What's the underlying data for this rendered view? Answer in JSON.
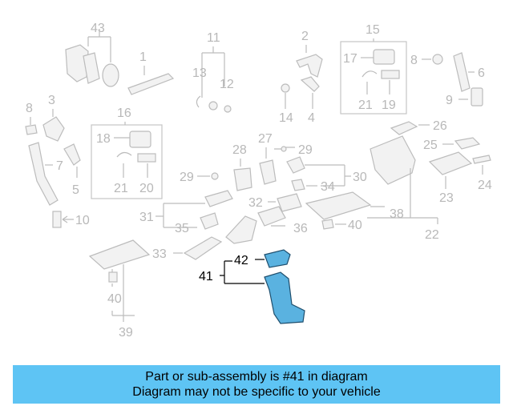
{
  "callouts": {
    "n1": "1",
    "n2": "2",
    "n3": "3",
    "n4": "4",
    "n5": "5",
    "n6": "6",
    "n7": "7",
    "n8a": "8",
    "n8b": "8",
    "n9": "9",
    "n10": "10",
    "n11": "11",
    "n12": "12",
    "n13": "13",
    "n14": "14",
    "n15": "15",
    "n16": "16",
    "n17": "17",
    "n18": "18",
    "n19": "19",
    "n20": "20",
    "n21a": "21",
    "n21b": "21",
    "n22": "22",
    "n23": "23",
    "n24": "24",
    "n25": "25",
    "n26": "26",
    "n27": "27",
    "n28": "28",
    "n29a": "29",
    "n29b": "29",
    "n30": "30",
    "n31": "31",
    "n32": "32",
    "n33": "33",
    "n34": "34",
    "n35": "35",
    "n36": "36",
    "n38": "38",
    "n39": "39",
    "n40a": "40",
    "n40b": "40",
    "n41": "41",
    "n42": "42",
    "n43": "43"
  },
  "highlight": {
    "part": "41",
    "sub_part": "42",
    "color": "#5ab2e0"
  },
  "banner": {
    "line1": "Part or sub-assembly is #41 in diagram",
    "line2": "Diagram may not be specific to your vehicle",
    "color": "#5ec4f4"
  }
}
